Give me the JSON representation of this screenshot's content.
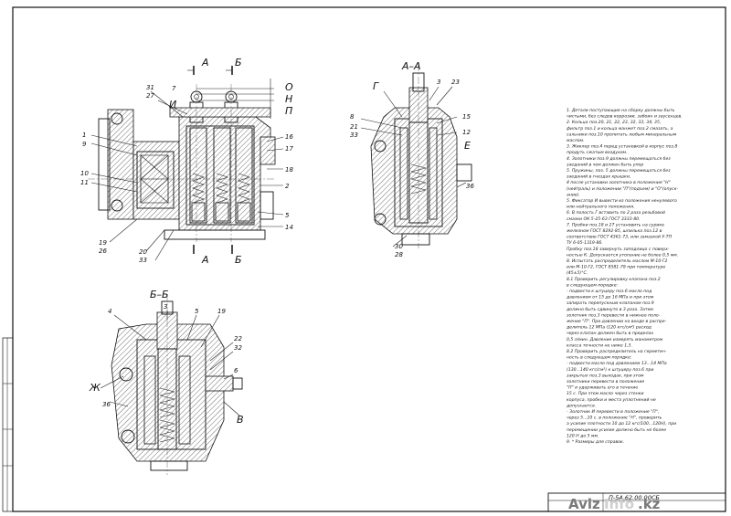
{
  "sections": {
    "aa_marker": "А",
    "bb_marker": "Б",
    "aa_title": "А–А",
    "bb_title": "Б–Б"
  },
  "levels": {
    "o": "О",
    "n": "Н",
    "p": "П"
  },
  "view_letters": {
    "i": "И",
    "g": "Г",
    "e": "Е",
    "zh": "Ж",
    "v": "В"
  },
  "callouts": {
    "main": [
      "31",
      "27",
      "1",
      "9",
      "10",
      "11",
      "16",
      "17",
      "18",
      "2",
      "5",
      "14",
      "19",
      "26",
      "20",
      "33",
      "7"
    ],
    "aa": [
      "8",
      "21",
      "33",
      "3",
      "23",
      "15",
      "12",
      "30",
      "28",
      "36"
    ],
    "bb": [
      "4",
      "3",
      "5",
      "19",
      "22",
      "32",
      "6",
      "36"
    ]
  },
  "notes": [
    "1. Детали поступающие на сборку должны быть",
    "чистыми, без следов коррозии, забоин и заусенцев.",
    "2. Кольца поз.20, 21, 22, 23, 32, 33, 34, 35,",
    "фильтр поз.1 и кольца манжет поз.2 смазать, а",
    "сальники поз.10 пропитать любым минеральным",
    "маслом.",
    "3. Жиклер поз.4 перед установкой в корпус поз.8",
    "продуть сжатым воздухом.",
    "4. Золотники поз.9 должны перемещаться без",
    "заеданий в чем должен быть упор",
    "5. Пружины, поз. 5 должны перемещаться без",
    "заеданий в гнездах крышки,",
    "4 после установки золотника в положения \"Н\"",
    "(нейтраль) и положении \"П\"(подъем) и \"О\"(опуск-",
    "ание).",
    "5. Фиксатор И вывести из положения ненулевого",
    "или нейтрального положения.",
    "6. В полость Г вставить по 2 раза резьбовой",
    "смазки ОК 5-25-63 ГОСТ 3333-80.",
    "7. Пробки поз.18 и 27 установить на сурике",
    "железном ГОСТ 8292-85, шпилька поз.12 в",
    "соответствие ГОСТ 4361-73, или замазкой У-ТП",
    "ТУ 6-05-1319-86.",
    "Пробку поз.18 завернуть заподлицо с поверх-",
    "ностью К. Допускается утопание не более 0,5 мм.",
    "8. Испытать распределитель маслом М-10-Г2",
    "или М-10-Г2, ГОСТ 8581-78 при температуре",
    "(45±5)°С.",
    "8.1 Проверить регулировку клапана поз.2",
    "в следующем порядке:",
    "- подвести к штуцеру поз.6 масло под",
    "давлением от 15 до 16 МПа и при этом",
    "запирать перепускным клапаном поз.9",
    "должно быть сдвинуто в 3 раза. Затем",
    "золотник поз.3 перевести в нижнее поло-",
    "жение \"П\". При давлении на входе в распре-",
    "делитель 12 МПа (120 кгс/см²) расход",
    "через клапан должен быть в пределах",
    "0,5 л/мин. Давление измерять манометром",
    "класса точности не ниже 1,5.",
    "8.2 Проверить распределитель на герметич-",
    "ность в следующем порядке:",
    "- подвести масло под давлением 13...14 МПа",
    "(130...140 кгс/см²) к штуцеру поз.6 при",
    "закрытых поз.3 выходах, при этом",
    "золотники перевести в положение",
    "\"П\" и удерживать его в течение",
    "15 с. При этом масло через стенки",
    "корпуса, пробки и места уплотнений не",
    "допускается.",
    "- Золотник И перевести в положение \"П\",",
    "через 5...10 с. в положение \"Н\", проверить",
    "а усилие плотности 10 до 12 кгс(100...120Н), при",
    "перемещении усилие должно быть не более",
    "120 Н до 5 мм.",
    "9. * Размеры для справок."
  ],
  "title_block": {
    "code": "П-5А.62.00.00СБ"
  },
  "watermark": {
    "text": "Aviz",
    "accent": "Info",
    "suffix": ".kz"
  },
  "colors": {
    "ink": "#111111",
    "paper": "#ffffff",
    "watermark": "#7a7a7a"
  }
}
